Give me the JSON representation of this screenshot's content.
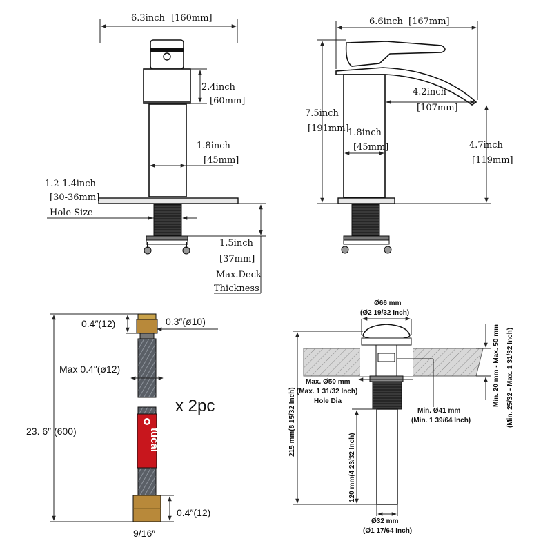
{
  "faucet_front": {
    "width_in": "6.3inch",
    "width_mm": "[160mm]",
    "handle_in": "2.4inch",
    "handle_mm": "[60mm]",
    "body_in": "1.8inch",
    "body_mm": "[45mm]",
    "hole_in": "1.2-1.4inch",
    "hole_mm": "[30-36mm]",
    "hole_label": "Hole Size",
    "deck_in": "1.5inch",
    "deck_mm": "[37mm]",
    "deck_label1": "Max.Deck",
    "deck_label2": "Thickness"
  },
  "faucet_side": {
    "width_in": "6.6inch",
    "width_mm": "[167mm]",
    "height_in": "7.5inch",
    "height_mm": "[191mm]",
    "reach_in": "4.2inch",
    "reach_mm": "[107mm]",
    "body_in": "1.8inch",
    "body_mm": "[45mm]",
    "spout_in": "4.7inch",
    "spout_mm": "[119mm]"
  },
  "hose": {
    "top_thread": "0.4″(12)",
    "top_dia": "0.3″(ø10)",
    "max_dia": "Max 0.4″(ø12)",
    "qty": "x 2pc",
    "length": "23. 6″ (600)",
    "bottom_thread": "0.4″(12)",
    "nut": "9/16″",
    "brand": "tucai",
    "brand_color": "#c8161d"
  },
  "drain": {
    "top_dia": "Ø66 mm",
    "top_dia_in": "(Ø2 19/32 Inch)",
    "hole1": "Max. Ø50 mm",
    "hole2": "(Max. 1 31/32 Inch)",
    "hole3": "Hole Dia",
    "min1": "Min. Ø41  mm",
    "min2": "(Min. 1 39/64 Inch)",
    "total": "215 mm(8 15/32 Inch)",
    "tail": "120 mm(4 23/32 Inch)",
    "bottom1": "Ø32 mm",
    "bottom2": "(Ø1 17/64 Inch)",
    "deck1": "Min. 20 mm - Max. 50 mm",
    "deck2": "(Min. 25/32 - Max. 1 31/32 Inch)"
  }
}
